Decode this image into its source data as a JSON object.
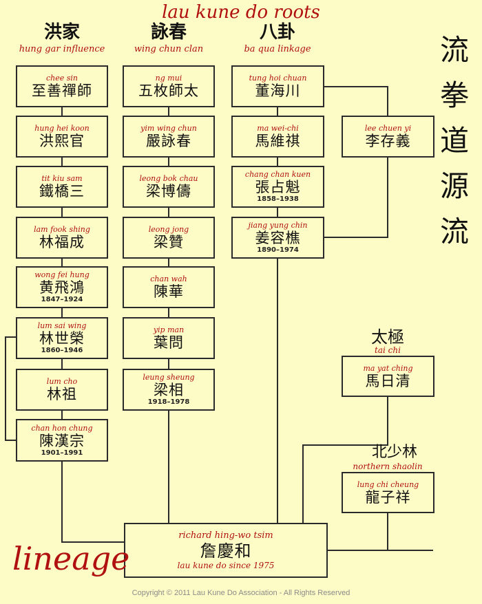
{
  "header": {
    "title": "lau kune do roots",
    "cols": [
      {
        "zh": "洪家",
        "en": "hung gar influence"
      },
      {
        "zh": "詠春",
        "en": "wing chun clan"
      },
      {
        "zh": "八卦",
        "en": "ba qua linkage"
      }
    ],
    "vertical_zh": [
      "流",
      "拳",
      "道",
      "源",
      "流"
    ]
  },
  "hung_gar": [
    {
      "en": "chee sin",
      "zh": "至善禪師",
      "yr": ""
    },
    {
      "en": "hung hei koon",
      "zh": "洪熙官",
      "yr": ""
    },
    {
      "en": "tit kiu sam",
      "zh": "鐵橋三",
      "yr": ""
    },
    {
      "en": "lam fook shing",
      "zh": "林福成",
      "yr": ""
    },
    {
      "en": "wong fei hung",
      "zh": "黄飛鴻",
      "yr": "1847–1924"
    },
    {
      "en": "lum sai wing",
      "zh": "林世榮",
      "yr": "1860–1946"
    },
    {
      "en": "lum cho",
      "zh": "林祖",
      "yr": ""
    },
    {
      "en": "chan hon chung",
      "zh": "陳漢宗",
      "yr": "1901–1991"
    }
  ],
  "wing_chun": [
    {
      "en": "ng mui",
      "zh": "五枚師太",
      "yr": ""
    },
    {
      "en": "yim wing chun",
      "zh": "嚴詠春",
      "yr": ""
    },
    {
      "en": "leong bok chau",
      "zh": "梁博儔",
      "yr": ""
    },
    {
      "en": "leong jong",
      "zh": "梁贊",
      "yr": ""
    },
    {
      "en": "chan wah",
      "zh": "陳華",
      "yr": ""
    },
    {
      "en": "yip man",
      "zh": "葉問",
      "yr": ""
    },
    {
      "en": "leung sheung",
      "zh": "梁相",
      "yr": "1918–1978"
    }
  ],
  "ba_qua": [
    {
      "en": "tung hoi chuan",
      "zh": "董海川",
      "yr": ""
    },
    {
      "en": "ma wei-chi",
      "zh": "馬維祺",
      "yr": ""
    },
    {
      "en": "chang chan kuen",
      "zh": "張占魁",
      "yr": "1858–1938"
    },
    {
      "en": "jiang yung chin",
      "zh": "姜容樵",
      "yr": "1890–1974"
    }
  ],
  "lee": {
    "en": "lee chuen yi",
    "zh": "李存義",
    "yr": ""
  },
  "tai_chi": {
    "header_zh": "太極",
    "header_en": "tai chi",
    "en": "ma yat ching",
    "zh": "馬日清",
    "yr": ""
  },
  "northern": {
    "header_zh": "北少林",
    "header_en": "northern shaolin",
    "en": "lung chi cheung",
    "zh": "龍子祥",
    "yr": ""
  },
  "root": {
    "en": "richard hing-wo tsim",
    "zh": "詹慶和",
    "note": "lau kune do since 1975"
  },
  "lineage_word": "lineage",
  "copyright": "Copyright © 2011 Lau Kune Do Association - All Rights Reserved",
  "colors": {
    "background": "#fefcc6",
    "red": "#b01010",
    "line": "#2a2a2a"
  }
}
